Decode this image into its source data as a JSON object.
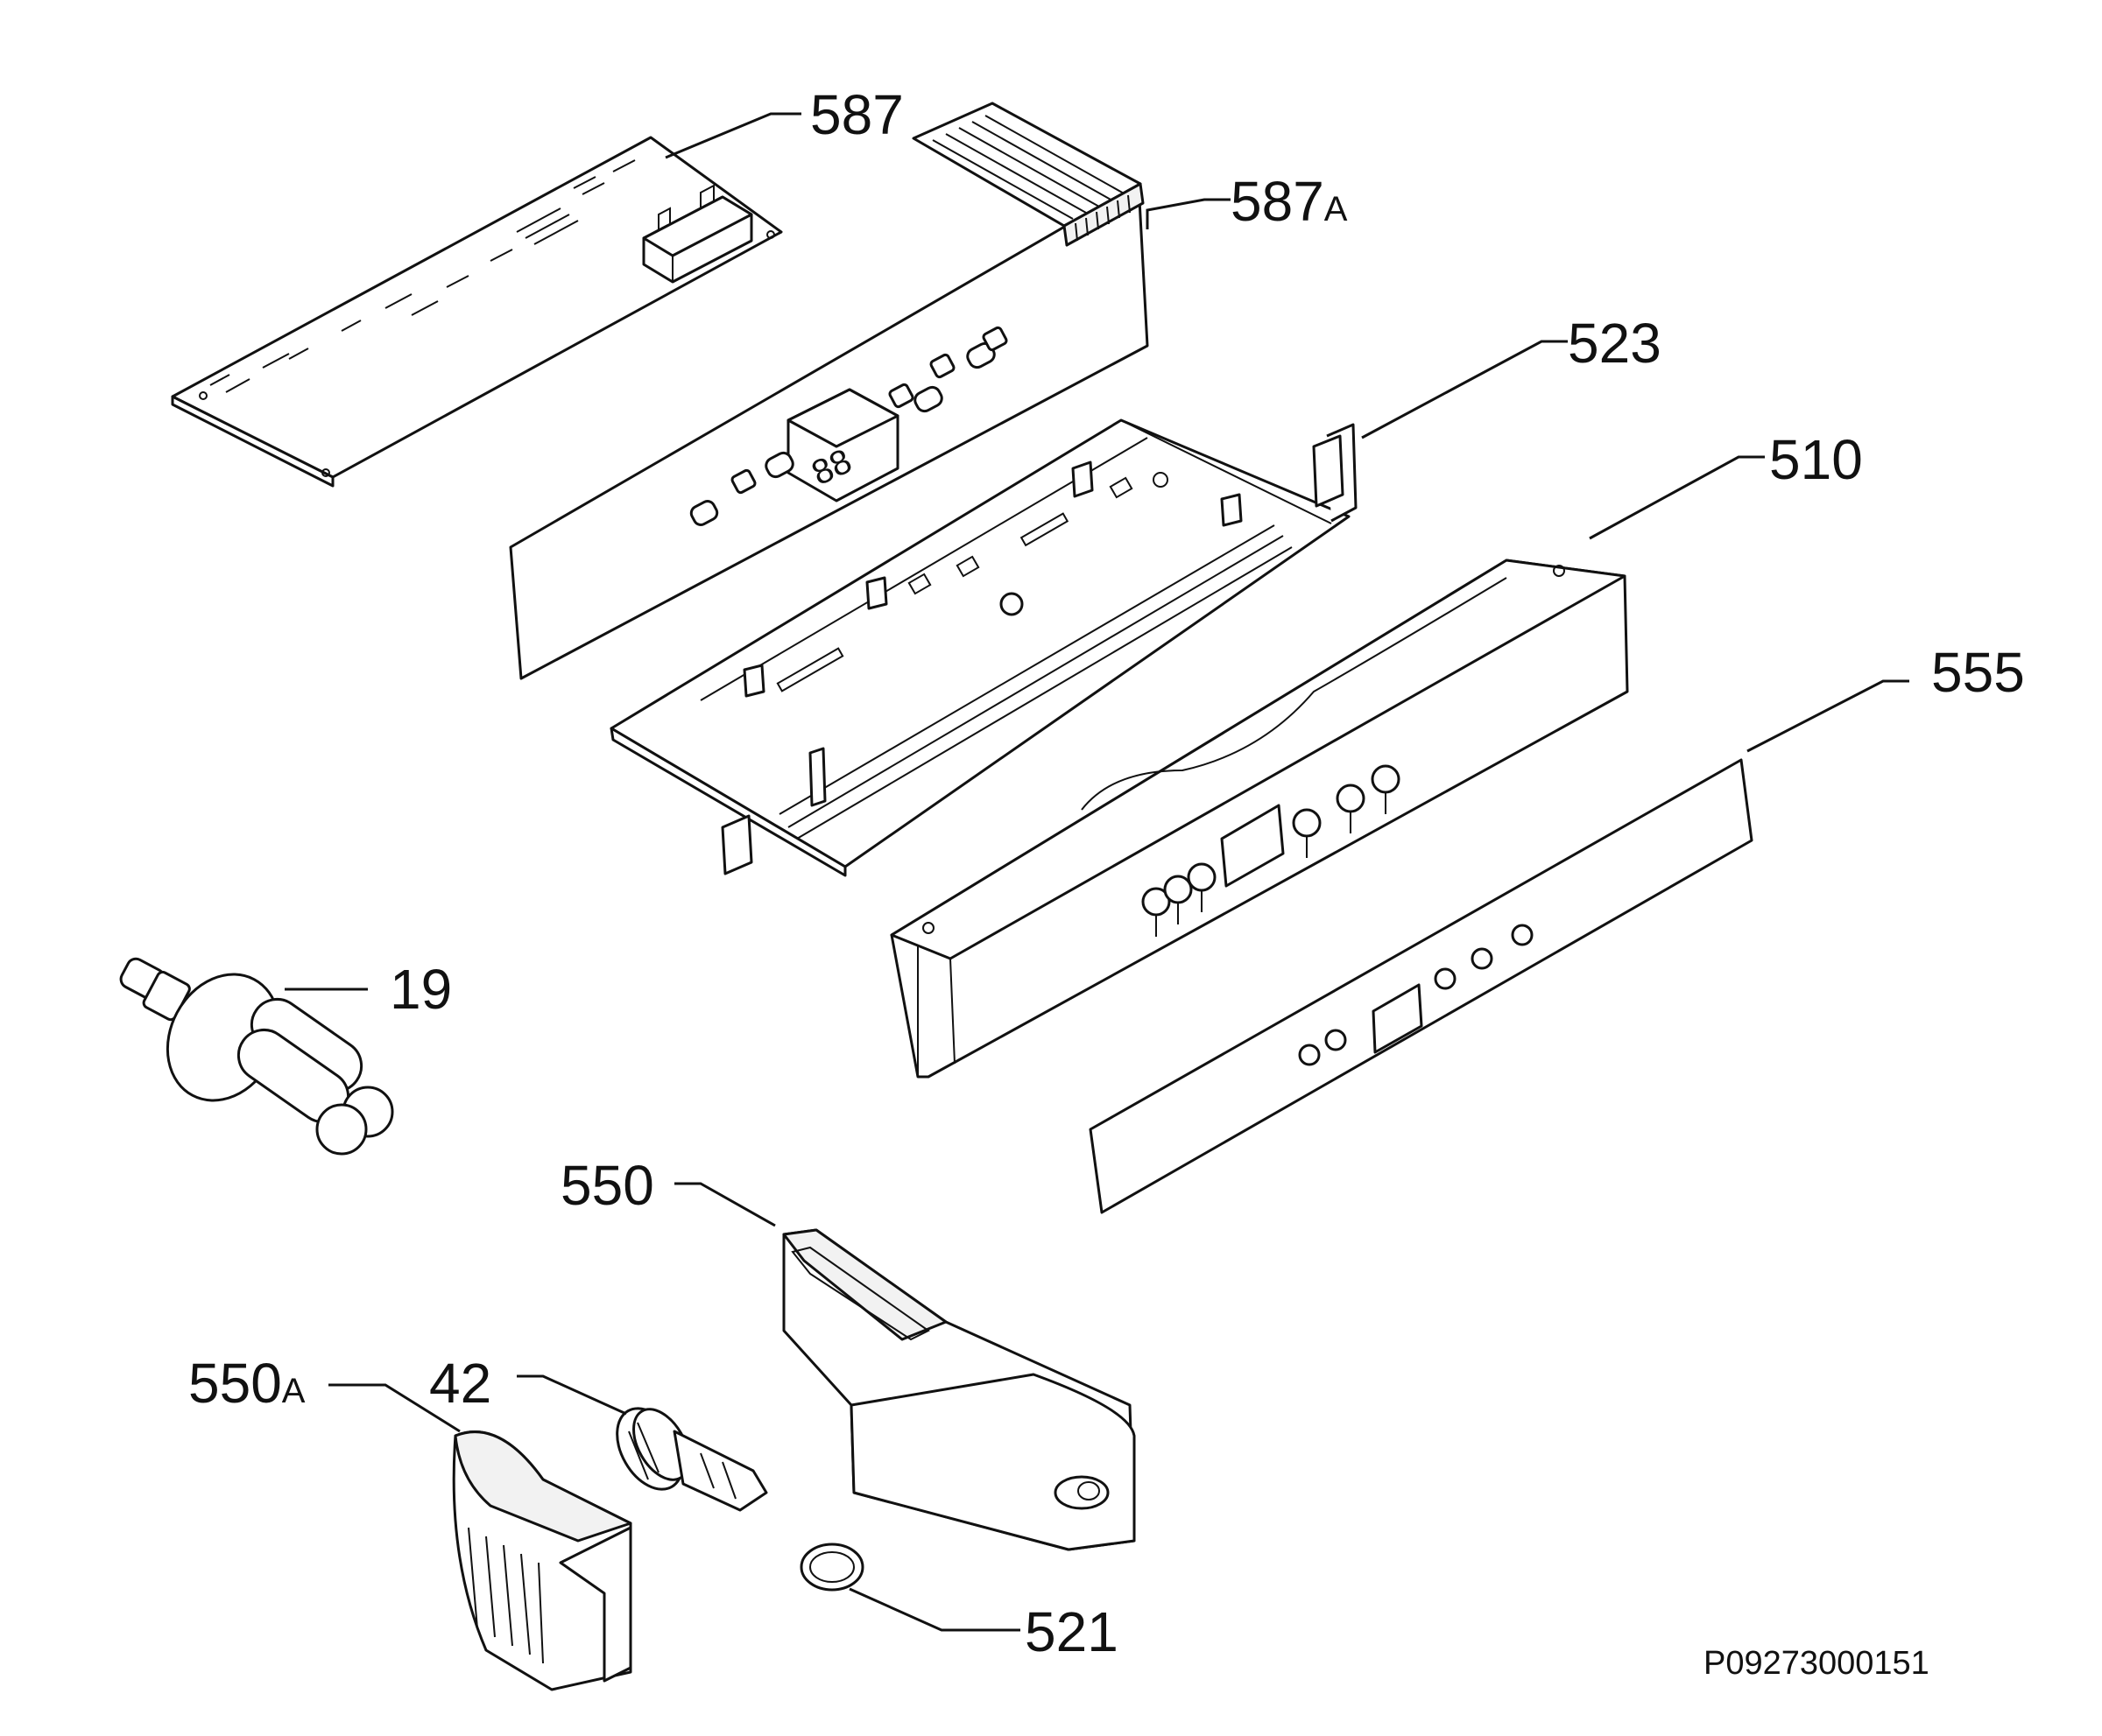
{
  "diagram": {
    "labels": {
      "p587": "587",
      "p587a_num": "587",
      "p587a_suffix": "A",
      "p523": "523",
      "p510": "510",
      "p555": "555",
      "p19": "19",
      "p550": "550",
      "p550a_num": "550",
      "p550a_suffix": "A",
      "p42": "42",
      "p521": "521"
    },
    "drawing_code": "P09273000151"
  }
}
